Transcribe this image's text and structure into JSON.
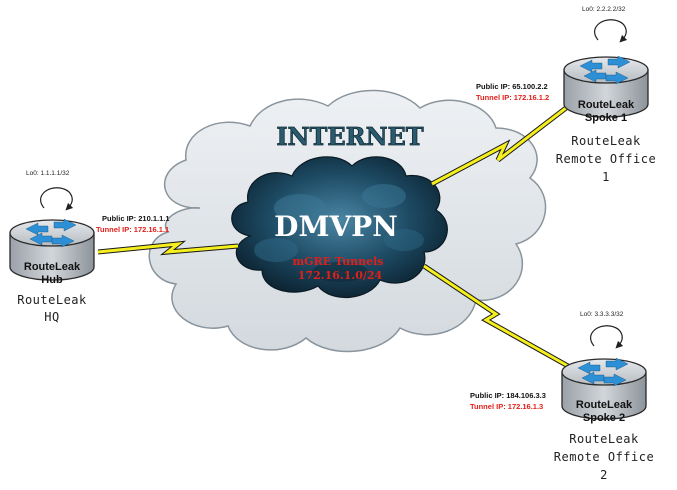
{
  "cloud": {
    "internet_label": "INTERNET",
    "dmvpn_label": "DMVPN",
    "mgre_label": "mGRE Tunnels",
    "mgre_subnet": "172.16.1.0/24"
  },
  "hub": {
    "loopback": "Lo0: 1.1.1.1/32",
    "public_ip": "Public IP: 210.1.1.1",
    "tunnel_ip": "Tunnel IP: 172.16.1.1",
    "router_line1": "RouteLeak",
    "router_line2": "Hub",
    "site_line1": "RouteLeak",
    "site_line2": "HQ"
  },
  "spoke1": {
    "loopback": "Lo0: 2.2.2.2/32",
    "public_ip": "Public IP: 65.100.2.2",
    "tunnel_ip": "Tunnel IP: 172.16.1.2",
    "router_line1": "RouteLeak",
    "router_line2": "Spoke 1",
    "site_line1": "RouteLeak",
    "site_line2": "Remote Office",
    "site_line3": "1"
  },
  "spoke2": {
    "loopback": "Lo0: 3.3.3.3/32",
    "public_ip": "Public IP: 184.106.3.3",
    "tunnel_ip": "Tunnel IP: 172.16.1.3",
    "router_line1": "RouteLeak",
    "router_line2": "Spoke 2",
    "site_line1": "RouteLeak",
    "site_line2": "Remote Office",
    "site_line3": "2"
  },
  "colors": {
    "link": "#f6ef1e",
    "tunnel_text": "#e0201a",
    "router_arrows": "#2d8fd5",
    "router_body": "#b9bec3",
    "storm_cloud": "#14364a"
  }
}
